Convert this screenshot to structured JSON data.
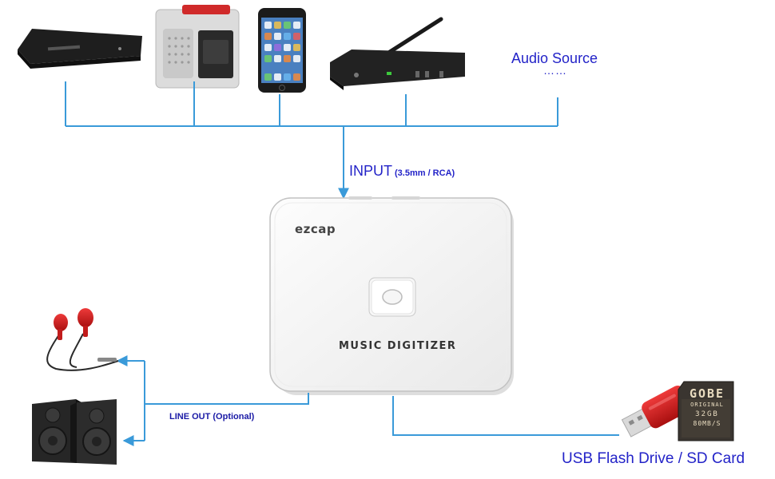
{
  "labels": {
    "audio_source": "Audio Source",
    "audio_source_more": "……",
    "input": "INPUT",
    "input_spec": "(3.5mm / RCA)",
    "line_out": "LINE OUT (Optional)",
    "storage": "USB Flash Drive / SD Card"
  },
  "device": {
    "brand": "ezcap",
    "model": "MUSIC DIGITIZER"
  },
  "sd_card": {
    "brand": "GOBE",
    "line1": "ORIGINAL",
    "line2": "32GB",
    "line3": "80MB/S"
  },
  "colors": {
    "line": "#3a9ad9",
    "label_blue": "#2323c8"
  }
}
